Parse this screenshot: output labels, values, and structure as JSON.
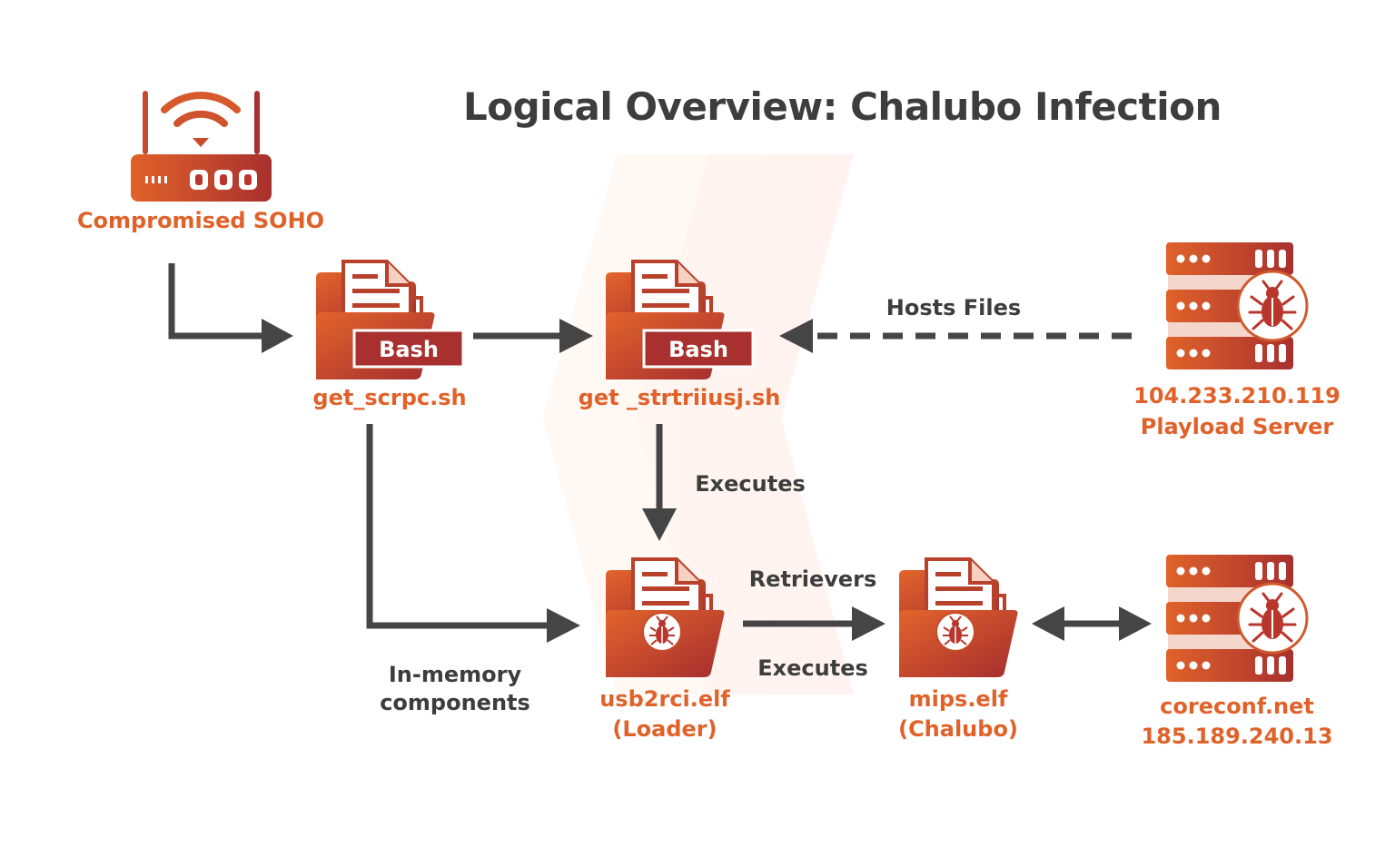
{
  "title": "Logical Overview: Chalubo Infection",
  "colors": {
    "accent_orange": "#e0622a",
    "accent_red": "#a8302e",
    "arrow_dark": "#454545",
    "text_dark": "#3d3d3d",
    "background_chevron": "#fff4ef"
  },
  "nodes": {
    "router": {
      "label": "Compromised SOHO",
      "icon": "wifi-router-icon"
    },
    "script1": {
      "badge": "Bash",
      "label": "get_scrpc.sh",
      "icon": "script-folder-icon"
    },
    "script2": {
      "badge": "Bash",
      "label": "get _strtriiusj.sh",
      "icon": "script-folder-icon"
    },
    "payload_server": {
      "line1": "104.233.210.119",
      "line2": "Playload Server",
      "icon": "malicious-server-icon"
    },
    "loader": {
      "line1": "usb2rci.elf",
      "line2": "(Loader)",
      "icon": "malware-folder-icon"
    },
    "chalubo": {
      "line1": "mips.elf",
      "line2": "(Chalubo)",
      "icon": "malware-folder-icon"
    },
    "c2_server": {
      "line1": "coreconf.net",
      "line2": "185.189.240.13",
      "icon": "malicious-server-icon"
    }
  },
  "edges": {
    "hosts_files": "Hosts Files",
    "executes_down": "Executes",
    "retrievers": "Retrievers",
    "executes_right": "Executes",
    "in_memory_line1": "In-memory",
    "in_memory_line2": "components"
  }
}
